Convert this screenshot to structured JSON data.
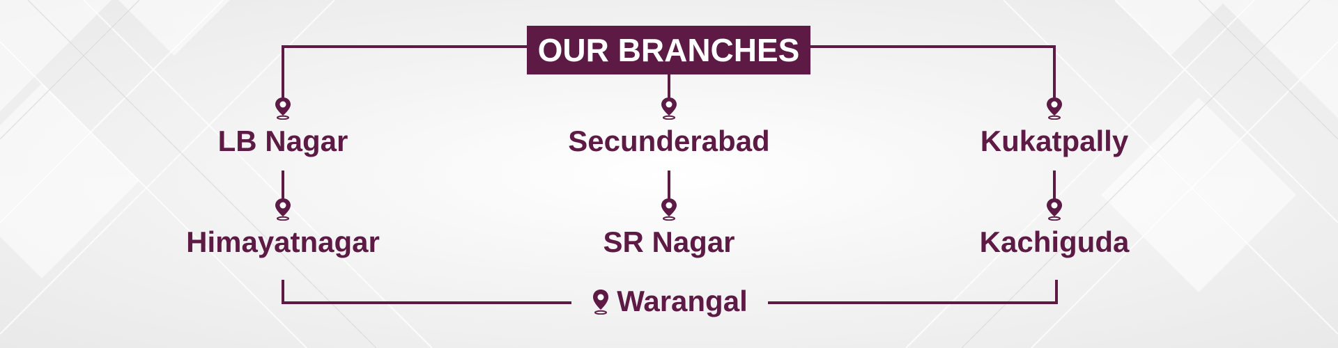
{
  "diagram": {
    "title": "OUR BRANCHES",
    "branches": {
      "left_top": "LB Nagar",
      "left_bottom": "Himayatnagar",
      "center_top": "Secunderabad",
      "center_bottom": "SR Nagar",
      "right_top": "Kukatpally",
      "right_bottom": "Kachiguda",
      "bottom": "Warangal"
    },
    "colors": {
      "accent": "#5c1a44",
      "title_text": "#ffffff",
      "background": "#f2f2f2"
    },
    "icons": {
      "location": "map-pin-icon"
    }
  }
}
